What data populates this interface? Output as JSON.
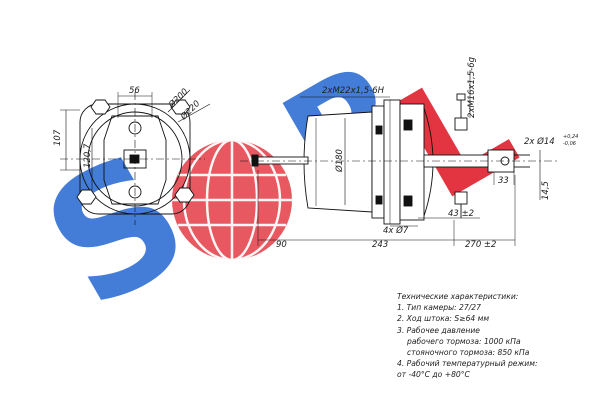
{
  "watermark": {
    "letters": [
      "S",
      "R",
      "L"
    ],
    "colors": {
      "blue": "#2f6fd3",
      "red": "#e0202d",
      "pink": "#e5464f"
    }
  },
  "dimensions": {
    "w56": "56",
    "d200": "Ø200",
    "d220": "Ø220",
    "h107": "107",
    "h1207": "120,7",
    "d180": "Ø180",
    "thread_m22": "2xM22x1,5-6H",
    "thread_m16": "2xM16x1,5-6g",
    "pin": "2x Ø14",
    "pin_tol_top": "+0,24",
    "pin_tol_bottom": "-0,06",
    "d33": "33",
    "d145": "14,5",
    "d43": "43 ±2",
    "d7": "4x Ø7",
    "d90": "90",
    "d243": "243",
    "d270": "270 ±2"
  },
  "specs": {
    "title": "Технические характеристики:",
    "lines": [
      {
        "text": "1. Тип камеры: 27/27",
        "indent": false
      },
      {
        "text": "2. Ход штока: S≥64 мм",
        "indent": false
      },
      {
        "text": "3. Рабочее давление",
        "indent": false
      },
      {
        "text": "рабочего тормоза: 1000 кПа",
        "indent": true
      },
      {
        "text": "стояночного тормоза: 850 кПа",
        "indent": true
      },
      {
        "text": "4. Рабочий температурный режим:",
        "indent": false
      },
      {
        "text": "от -40°С до +80°С",
        "indent": false
      }
    ]
  }
}
